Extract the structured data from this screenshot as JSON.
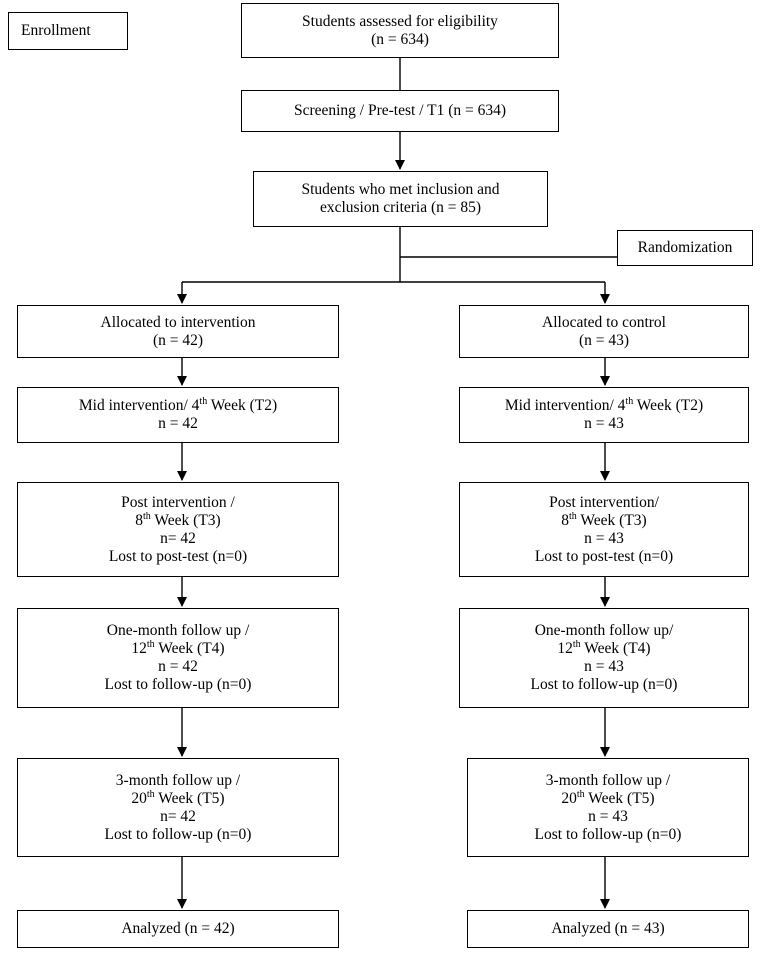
{
  "labels": {
    "enrollment": "Enrollment",
    "randomization": "Randomization"
  },
  "top": {
    "assessed": [
      "Students assessed for eligibility",
      "(n = 634)"
    ],
    "screening": "Screening / Pre-test / T1 (n = 634)",
    "eligible": [
      "Students who met inclusion and",
      "exclusion criteria (n = 85)"
    ]
  },
  "intervention": {
    "allocated": [
      "Allocated to intervention",
      "(n = 42)"
    ],
    "mid": {
      "pre": "Mid intervention/ 4",
      "sup": "th",
      "post": " Week (T2)",
      "n": "n = 42"
    },
    "post": {
      "line1": "Post intervention /",
      "pre": "8",
      "sup": "th",
      "post": " Week (T3)",
      "n": "n= 42",
      "lost": "Lost to post-test (n=0)"
    },
    "followup1": {
      "line1": "One-month follow up /",
      "pre": "12",
      "sup": "th",
      "post": " Week (T4)",
      "n": "n = 42",
      "lost": "Lost to follow-up (n=0)"
    },
    "followup3": {
      "line1": "3-month follow up /",
      "pre": "20",
      "sup": "th",
      "post": " Week (T5)",
      "n": "n= 42",
      "lost": "Lost to follow-up (n=0)"
    },
    "analyzed": "Analyzed (n = 42)"
  },
  "control": {
    "allocated": [
      "Allocated to control",
      "(n = 43)"
    ],
    "mid": {
      "pre": "Mid intervention/ 4",
      "sup": "th",
      "post": " Week (T2)",
      "n": "n = 43"
    },
    "post": {
      "line1": "Post intervention/",
      "pre": "8",
      "sup": "th",
      "post": " Week (T3)",
      "n": "n = 43",
      "lost": "Lost to post-test (n=0)"
    },
    "followup1": {
      "line1": "One-month follow up/",
      "pre": "12",
      "sup": "th",
      "post": " Week (T4)",
      "n": "n = 43",
      "lost": "Lost to follow-up (n=0)"
    },
    "followup3": {
      "line1": "3-month follow up /",
      "pre": "20",
      "sup": "th",
      "post": " Week (T5)",
      "n": "n = 43",
      "lost": "Lost to follow-up (n=0)"
    },
    "analyzed": "Analyzed (n = 43)"
  }
}
